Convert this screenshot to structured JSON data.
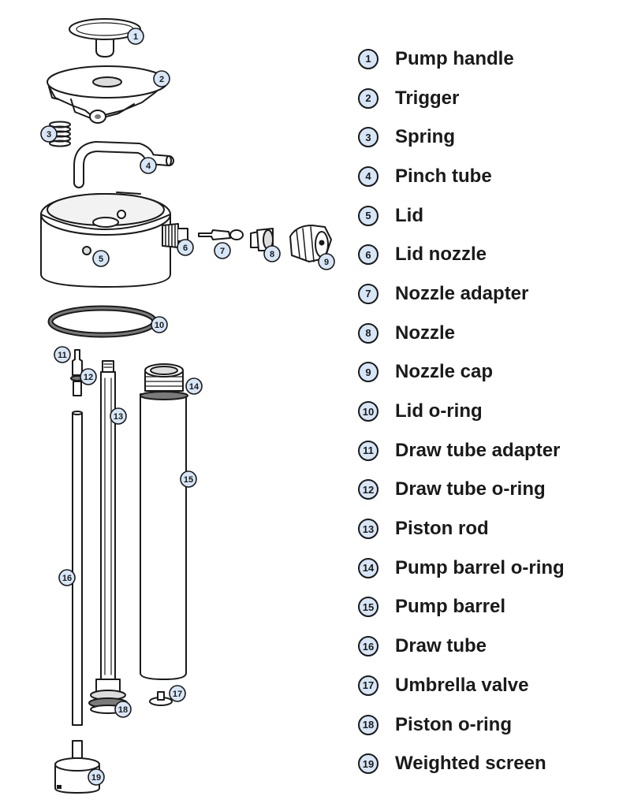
{
  "callout_style": {
    "badge_fill": "#d7e6f7",
    "stroke": "#1a1a1a",
    "part_fill": "#ffffff",
    "shade": "#7a7a7a"
  },
  "parts": [
    {
      "number": "1",
      "label": "Pump handle"
    },
    {
      "number": "2",
      "label": "Trigger"
    },
    {
      "number": "3",
      "label": "Spring"
    },
    {
      "number": "4",
      "label": "Pinch tube"
    },
    {
      "number": "5",
      "label": "Lid"
    },
    {
      "number": "6",
      "label": "Lid nozzle"
    },
    {
      "number": "7",
      "label": "Nozzle adapter"
    },
    {
      "number": "8",
      "label": "Nozzle"
    },
    {
      "number": "9",
      "label": "Nozzle cap"
    },
    {
      "number": "10",
      "label": "Lid o-ring"
    },
    {
      "number": "11",
      "label": "Draw tube adapter"
    },
    {
      "number": "12",
      "label": "Draw tube o-ring"
    },
    {
      "number": "13",
      "label": "Piston rod"
    },
    {
      "number": "14",
      "label": "Pump barrel o-ring"
    },
    {
      "number": "15",
      "label": "Pump barrel"
    },
    {
      "number": "16",
      "label": "Draw tube"
    },
    {
      "number": "17",
      "label": "Umbrella valve"
    },
    {
      "number": "18",
      "label": "Piston o-ring"
    },
    {
      "number": "19",
      "label": "Weighted screen"
    }
  ]
}
